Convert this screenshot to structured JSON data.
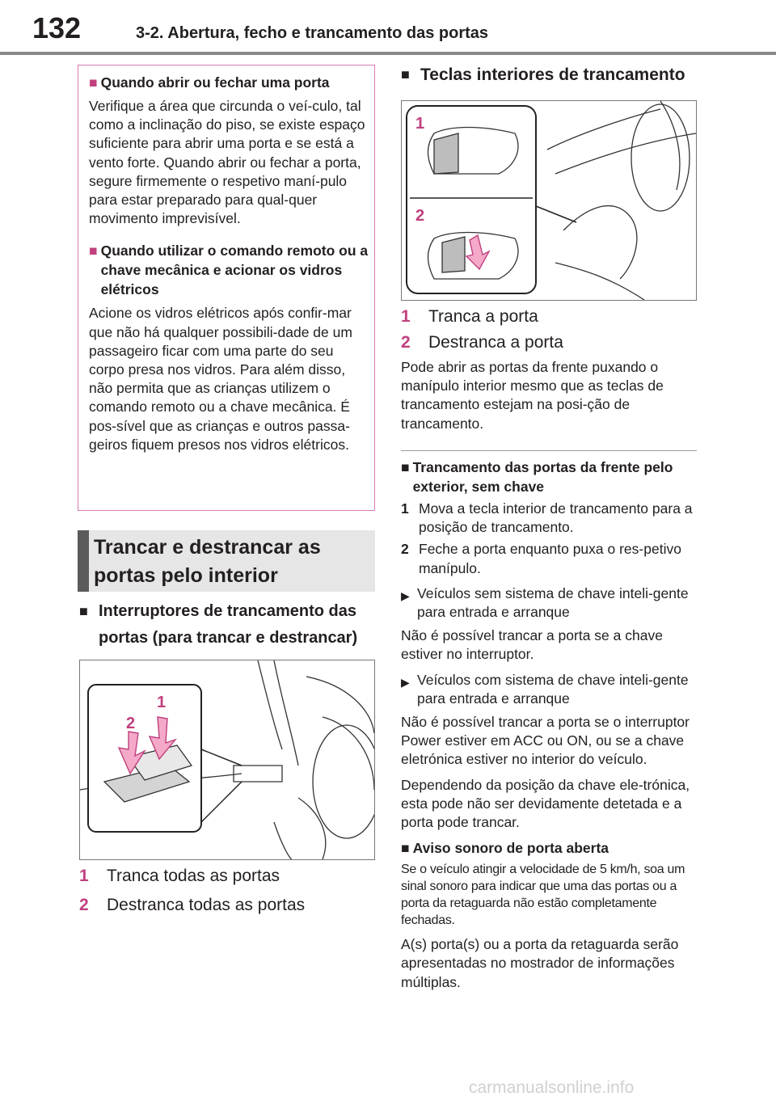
{
  "header": {
    "page_number": "132",
    "section": "3-2. Abertura, fecho e trancamento das portas"
  },
  "note_box": {
    "h1": "Quando abrir ou fechar uma porta",
    "p1": "Verifique a área que circunda o veí-culo, tal como a inclinação do piso, se existe espaço suficiente para abrir uma porta e se está a vento forte. Quando abrir ou fechar a porta, segure firmemente o respetivo maní-pulo para estar preparado para qual-quer movimento imprevisível.",
    "h2": "Quando utilizar o comando remoto ou a chave mecânica e acionar os vidros elétricos",
    "p2": "Acione os vidros elétricos após confir-mar que não há qualquer possibili-dade de um passageiro ficar com uma parte do seu corpo presa nos vidros. Para além disso, não permita que as crianças utilizem o comando remoto ou a chave mecânica. É pos-sível que as crianças e outros passa-geiros fiquem presos nos vidros elétricos."
  },
  "section_title": "Trancar e destrancar as portas pelo interior",
  "left": {
    "subhead": "Interruptores de trancamento das portas (para trancar e destrancar)",
    "callout_1": "1",
    "callout_2": "2",
    "item1_num": "1",
    "item1": "Tranca todas as portas",
    "item2_num": "2",
    "item2": "Destranca todas as portas"
  },
  "right": {
    "subhead": "Teclas interiores de trancamento",
    "callout_1": "1",
    "callout_2": "2",
    "item1_num": "1",
    "item1": "Tranca a porta",
    "item2_num": "2",
    "item2": "Destranca a porta",
    "p1": "Pode abrir as portas da frente puxando o manípulo interior mesmo que as teclas de trancamento estejam na posi-ção de trancamento.",
    "h2": "Trancamento das portas da frente pelo exterior, sem chave",
    "step1_num": "1",
    "step1": "Mova a tecla interior de trancamento para a posição de trancamento.",
    "step2_num": "2",
    "step2": "Feche a porta enquanto puxa o res-petivo manípulo.",
    "arrow1": "Veículos sem sistema de chave inteli-gente para entrada e arranque",
    "p2": "Não é possível trancar a porta se a chave estiver no interruptor.",
    "arrow2": "Veículos com sistema de chave inteli-gente para entrada e arranque",
    "p3": "Não é possível trancar a porta se o interruptor Power estiver em ACC ou ON, ou se a chave eletrónica estiver no interior do veículo.",
    "p4": "Dependendo da posição da chave ele-trónica, esta pode não ser devidamente detetada e a porta pode trancar.",
    "h3": "Aviso sonoro de porta aberta",
    "p5": "Se o veículo atingir a velocidade de 5 km/h, soa um sinal sonoro para indicar que uma das portas ou a porta da retaguarda não estão completamente fechadas.",
    "p6": "A(s) porta(s) ou a porta da retaguarda serão apresentadas no mostrador de informações múltiplas."
  },
  "watermark": "carmanualsonline.info"
}
